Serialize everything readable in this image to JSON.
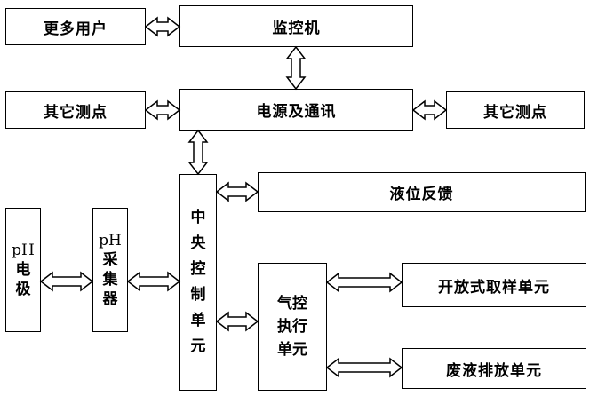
{
  "boxes": {
    "more_users": "更多用户",
    "monitor": "监控机",
    "other_points_left": "其它测点",
    "power_comm": "电源及通讯",
    "other_points_right": "其它测点",
    "level_feedback": "液位反馈",
    "ph_electrode_prefix": "pH",
    "ph_electrode_chars": "电\n极",
    "ph_collector_prefix": "pH",
    "ph_collector_chars": "采\n集\n器",
    "cpu": "中\n央\n控\n制\n单\n元",
    "pneumatic": "气控\n执行\n单元",
    "open_sampling": "开放式取样单元",
    "waste_discharge": "废液排放单元"
  }
}
